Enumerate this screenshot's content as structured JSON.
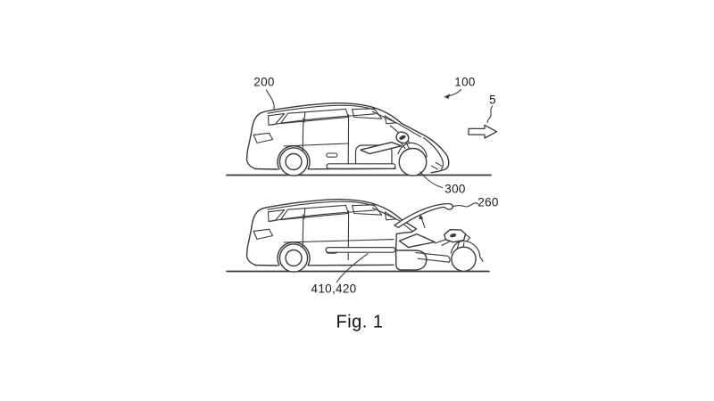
{
  "figure": {
    "caption": "Fig. 1",
    "labels": {
      "car_body": "200",
      "vehicle_assembly": "100",
      "travel_direction": "5",
      "scooter": "300",
      "front_flap": "260",
      "guide_rails": "410,420"
    },
    "colors": {
      "background": "#ffffff",
      "line": "#3a3a3a",
      "text": "#1a1a1a"
    }
  }
}
